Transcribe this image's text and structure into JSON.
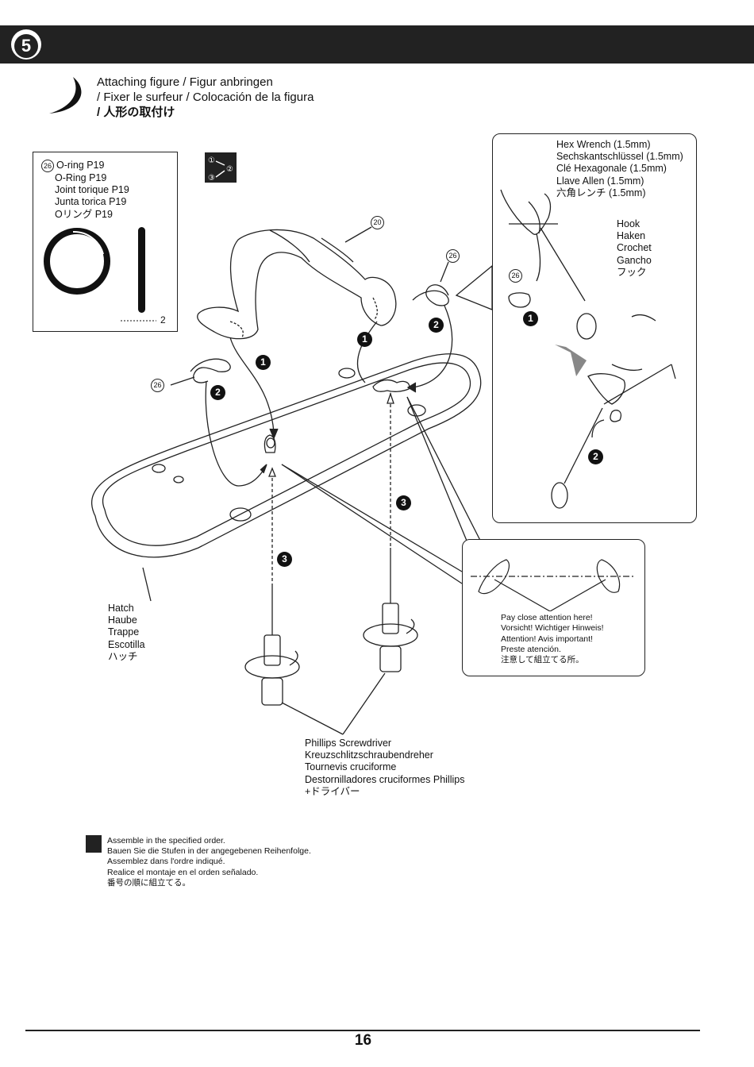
{
  "header": {
    "step_number": "5"
  },
  "title": {
    "line1": "Attaching figure / Figur anbringen",
    "line2": "/ Fixer le surfeur / Colocación de la figura",
    "line3": "/ 人形の取付け"
  },
  "parts": {
    "part_number": "26",
    "names": [
      "O-ring P19",
      "O-Ring P19",
      "Joint torique P19",
      "Junta torica P19",
      "Oリング P19"
    ],
    "quantity": "2"
  },
  "order_icon": {
    "labels": [
      "①",
      "②",
      "③"
    ]
  },
  "callouts": {
    "figure_part": "20",
    "oring_part": "26"
  },
  "steps": {
    "one": "1",
    "two": "2",
    "three": "3"
  },
  "tool_box": {
    "hex_wrench": [
      "Hex Wrench (1.5mm)",
      "Sechskantschlüssel (1.5mm)",
      "Clé Hexagonale (1.5mm)",
      "Llave Allen (1.5mm)",
      "六角レンチ (1.5mm)"
    ],
    "hook": [
      "Hook",
      "Haken",
      "Crochet",
      "Gancho",
      "フック"
    ],
    "part_number": "26"
  },
  "hatch_label": [
    "Hatch",
    "Haube",
    "Trappe",
    "Escotilla",
    "ハッチ"
  ],
  "screwdriver_label": [
    "Phillips Screwdriver",
    "Kreuzschlitzschraubendreher",
    "Tournevis cruciforme",
    "Destornilladores cruciformes Phillips",
    "+ドライバー"
  ],
  "attention": [
    "Pay close attention here!",
    "Vorsicht!  Wichtiger Hinweis!",
    "Attention! Avis important!",
    "Preste atención.",
    "注意して組立てる所。"
  ],
  "order_note": [
    "Assemble in the specified order.",
    "Bauen Sie die Stufen in der angegebenen Reihenfolge.",
    "Assemblez dans l'ordre indiqué.",
    "Realice el montaje en el orden señalado.",
    "番号の順に組立てる。"
  ],
  "footer": {
    "page_number": "16"
  }
}
